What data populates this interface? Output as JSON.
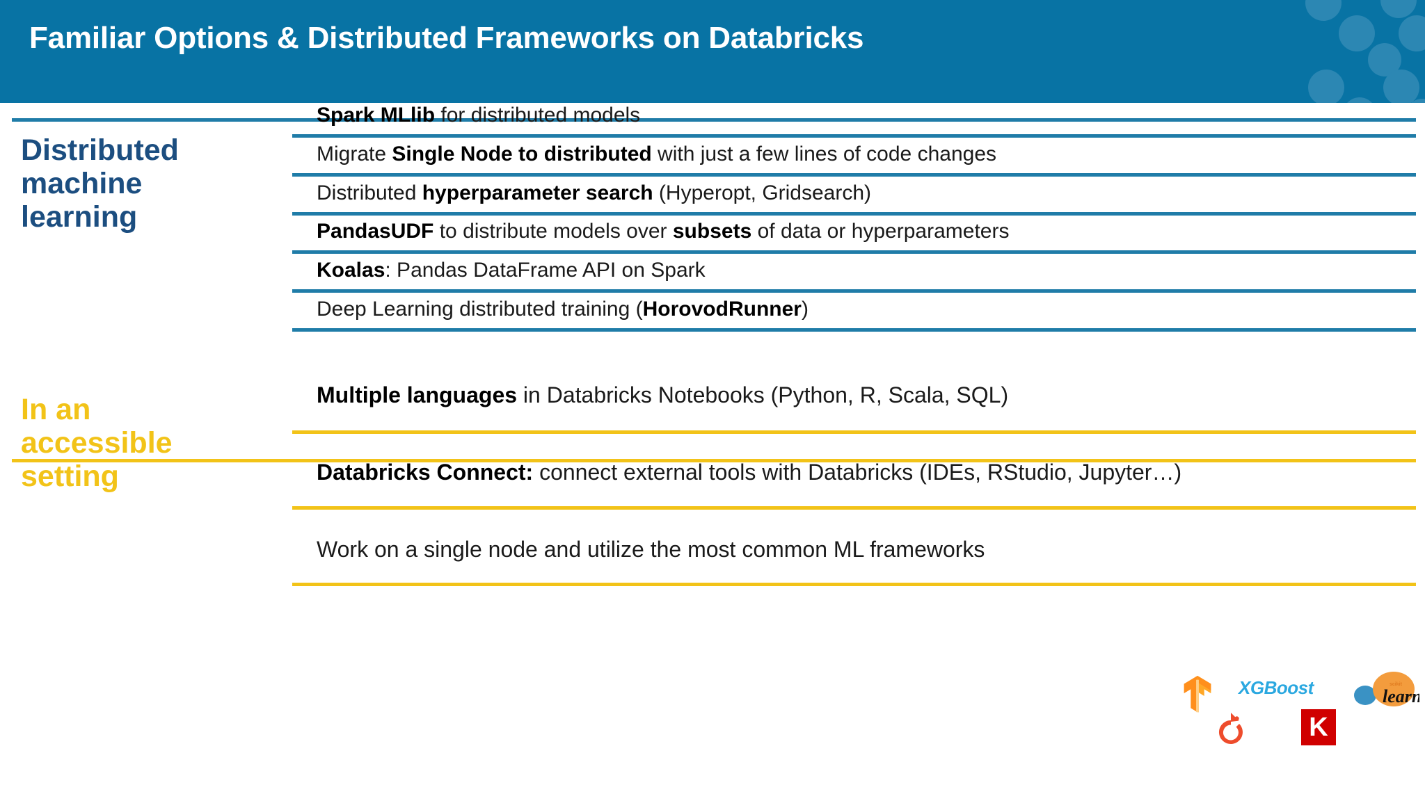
{
  "header": {
    "title": "Familiar Options & Distributed Frameworks on Databricks",
    "bg_color": "#0873a4",
    "dot_color": "#2c87b3",
    "title_color": "#ffffff"
  },
  "colors": {
    "navy_label": "#1c4e80",
    "gold_label": "#f2c318",
    "rule_blue": "#1f7ca8",
    "rule_yellow": "#f2c318",
    "body_text": "#1a1a1a"
  },
  "sections": [
    {
      "label": "Distributed machine learning",
      "label_color": "#1c4e80",
      "rule_color": "#1f7ca8",
      "rows": [
        {
          "parts": [
            {
              "t": "Spark MLlib",
              "b": true
            },
            {
              "t": " for distributed models",
              "b": false
            }
          ]
        },
        {
          "parts": [
            {
              "t": "Migrate ",
              "b": false
            },
            {
              "t": "Single Node to distributed",
              "b": true
            },
            {
              "t": " with just a few lines of code changes",
              "b": false
            }
          ]
        },
        {
          "parts": [
            {
              "t": "Distributed ",
              "b": false
            },
            {
              "t": "hyperparameter search",
              "b": true
            },
            {
              "t": " (Hyperopt, Gridsearch)",
              "b": false
            }
          ]
        },
        {
          "parts": [
            {
              "t": "PandasUDF",
              "b": true
            },
            {
              "t": " to distribute models over ",
              "b": false
            },
            {
              "t": "subsets",
              "b": true
            },
            {
              "t": " of data or hyperparameters",
              "b": false
            }
          ]
        },
        {
          "parts": [
            {
              "t": "Koalas",
              "b": true
            },
            {
              "t": ": Pandas DataFrame API on Spark",
              "b": false
            }
          ]
        },
        {
          "parts": [
            {
              "t": "Deep Learning distributed training (",
              "b": false
            },
            {
              "t": "HorovodRunner",
              "b": true
            },
            {
              "t": ")",
              "b": false
            }
          ]
        }
      ]
    },
    {
      "label": "In an accessible setting",
      "label_color": "#f2c318",
      "rule_color": "#f2c318",
      "rows": [
        {
          "parts": [
            {
              "t": "Multiple languages",
              "b": true
            },
            {
              "t": " in Databricks Notebooks (Python, R, Scala, SQL)",
              "b": false
            }
          ]
        },
        {
          "parts": [
            {
              "t": "Databricks Connect:",
              "b": true
            },
            {
              "t": " connect external tools with Databricks (IDEs, RStudio, Jupyter…)",
              "b": false
            }
          ]
        },
        {
          "parts": [
            {
              "t": "Work on a single node and utilize the most common ML frameworks",
              "b": false
            }
          ]
        }
      ]
    }
  ],
  "logos": [
    {
      "name": "tensorflow-logo",
      "label": "TensorFlow",
      "color": "#ff8f1c"
    },
    {
      "name": "xgboost-logo",
      "label": "XGBoost",
      "color": "#2ba8e0"
    },
    {
      "name": "scikit-learn-logo",
      "label": "learn",
      "color": "#f39c3d"
    },
    {
      "name": "pytorch-logo",
      "label": "PyTorch",
      "color": "#ee4c2c"
    },
    {
      "name": "keras-logo",
      "label": "K",
      "color": "#d00000"
    }
  ]
}
